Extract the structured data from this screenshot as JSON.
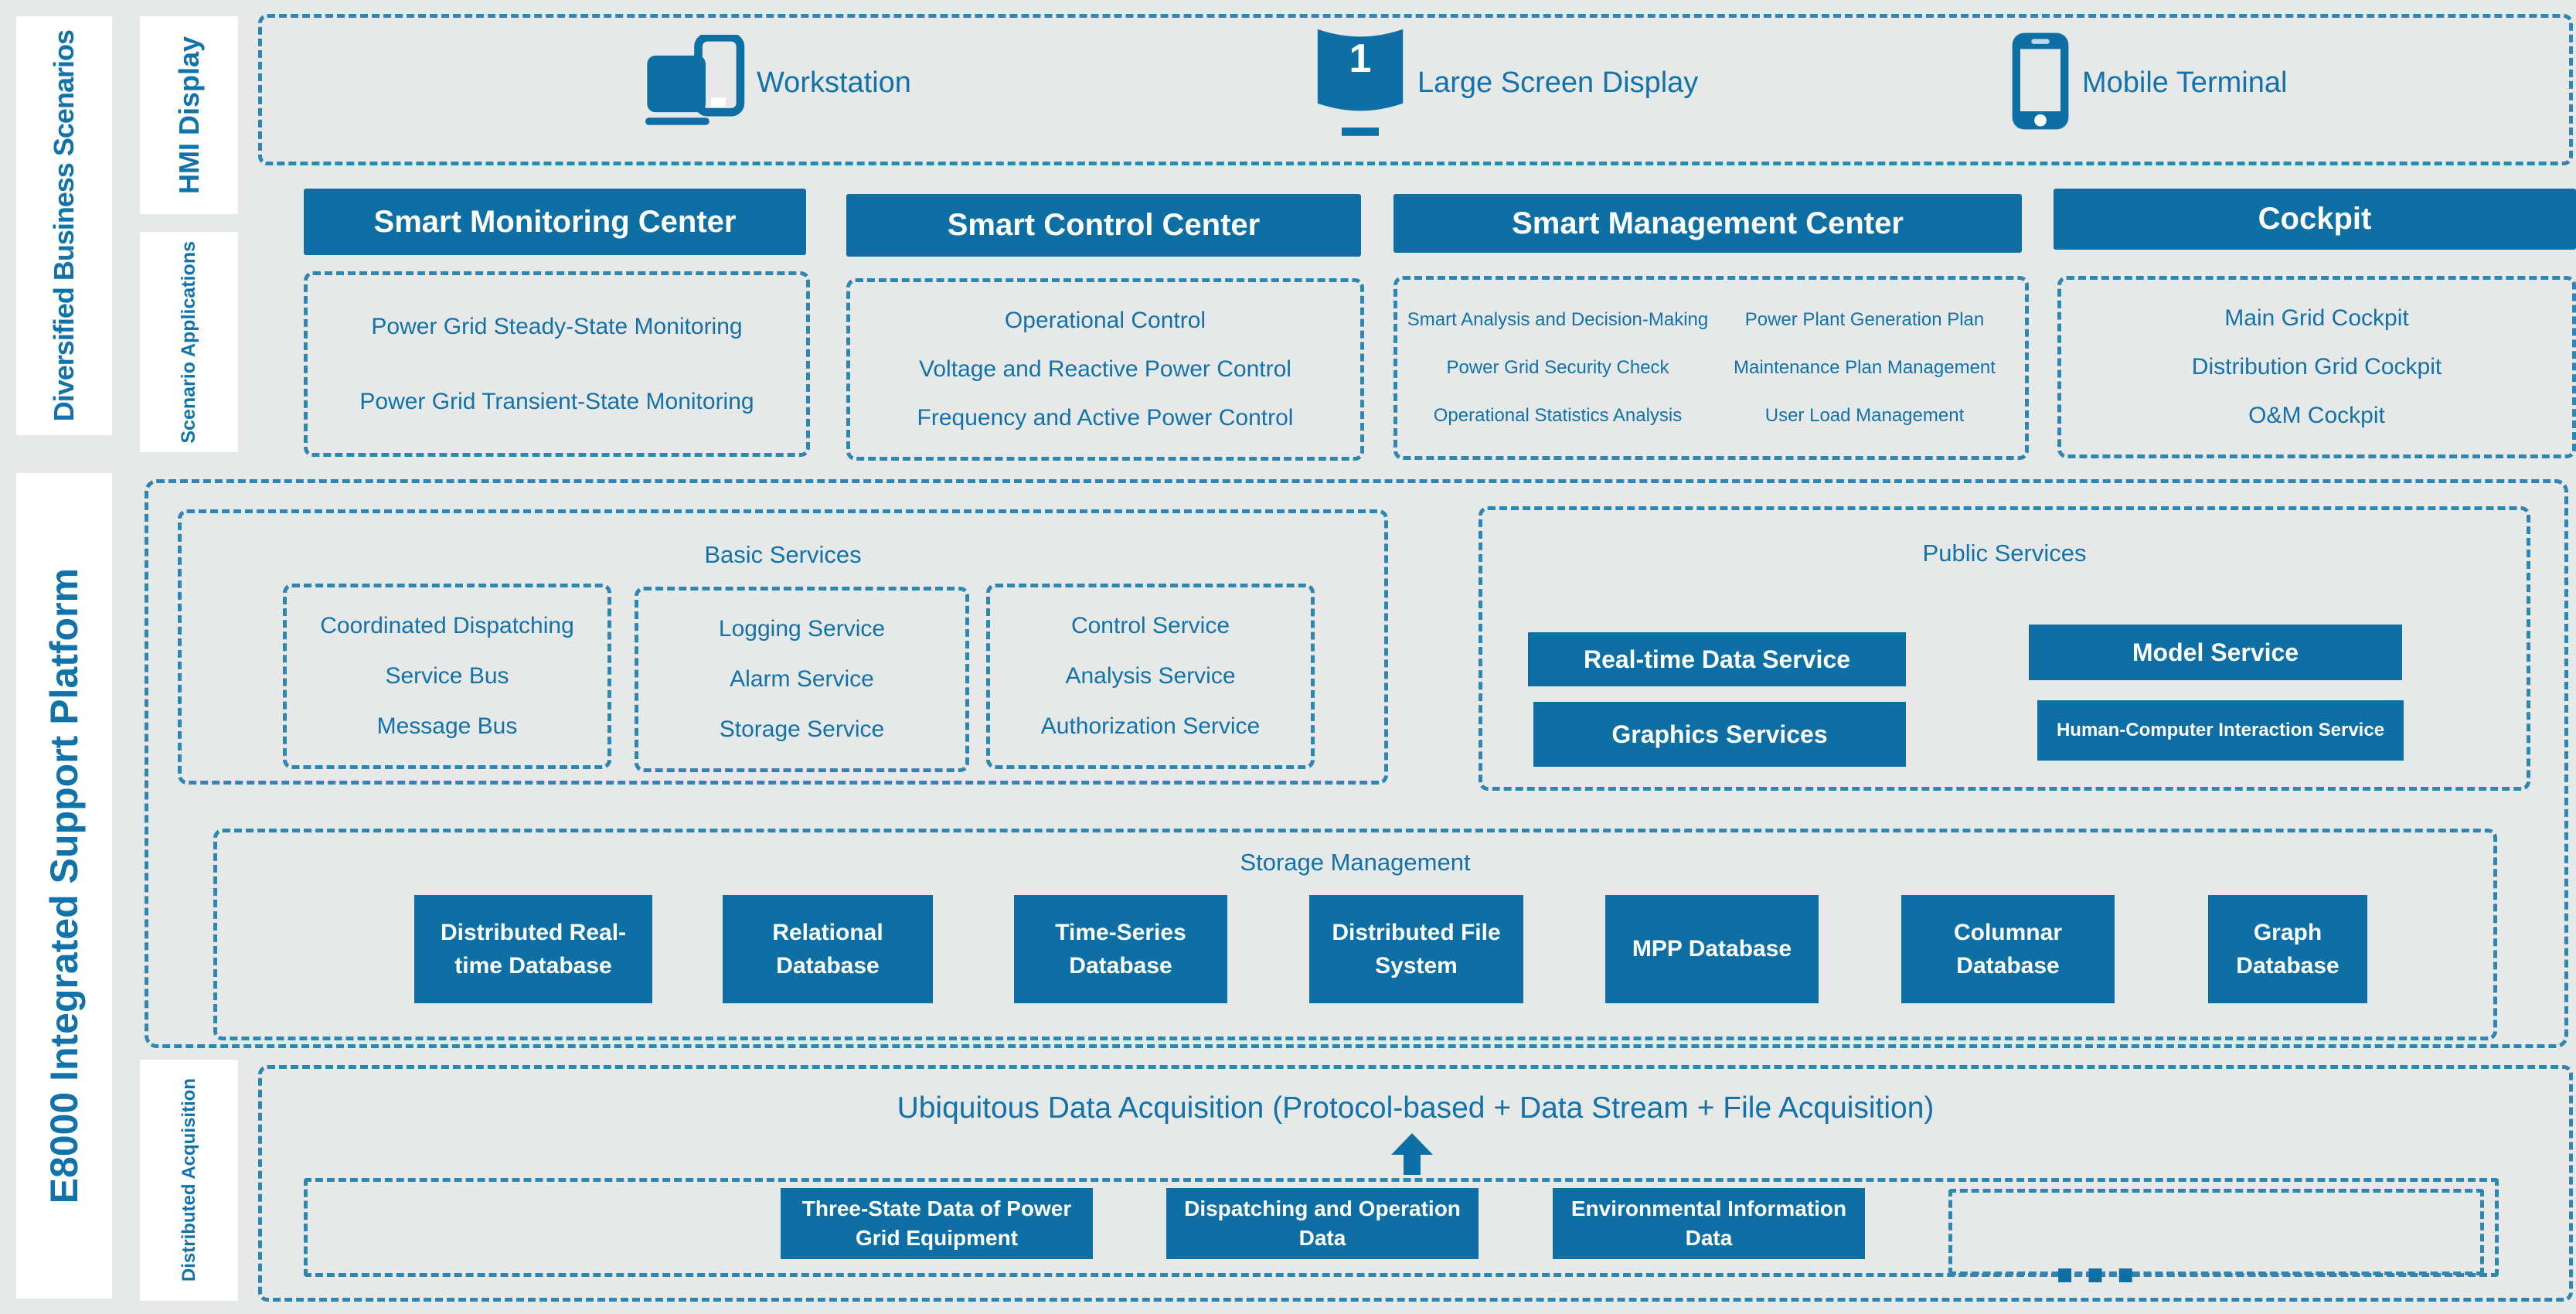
{
  "palette": {
    "accent_blue": "#0e6fa4",
    "text_blue": "#1173a9",
    "dash_blue": "#2e86b2",
    "background": "#e7e8e8"
  },
  "sidebars": {
    "business": "Diversified Business Scenarios",
    "platform": "E8000 Integrated Support Platform",
    "hmi": "HMI Display",
    "scenario_apps": "Scenario Applications",
    "dist_acq": "Distributed Acquisition"
  },
  "hmi_row": {
    "workstation": "Workstation",
    "large_screen": "Large Screen Display",
    "mobile": "Mobile Terminal",
    "screen_number": "1"
  },
  "centers": {
    "monitoring": {
      "title": "Smart Monitoring Center",
      "items": [
        "Power Grid Steady-State Monitoring",
        "Power Grid Transient-State Monitoring"
      ]
    },
    "control": {
      "title": "Smart Control Center",
      "items": [
        "Operational Control",
        "Voltage and Reactive Power Control",
        "Frequency and Active Power Control"
      ]
    },
    "management": {
      "title": "Smart Management Center",
      "left": [
        "Smart Analysis and Decision-Making",
        "Power Grid Security Check",
        "Operational Statistics Analysis"
      ],
      "right": [
        "Power Plant Generation Plan",
        "Maintenance Plan Management",
        "User Load Management"
      ]
    },
    "cockpit": {
      "title": "Cockpit",
      "items": [
        "Main Grid Cockpit",
        "Distribution Grid Cockpit",
        "O&M Cockpit"
      ]
    }
  },
  "basic_services": {
    "title": "Basic Services",
    "group1": [
      "Coordinated Dispatching",
      "Service Bus",
      "Message Bus"
    ],
    "group2": [
      "Logging Service",
      "Alarm Service",
      "Storage Service"
    ],
    "group3": [
      "Control Service",
      "Analysis Service",
      "Authorization Service"
    ]
  },
  "public_services": {
    "title": "Public Services",
    "buttons": [
      "Real-time Data Service",
      "Model Service",
      "Graphics Services",
      "Human-Computer Interaction Service"
    ]
  },
  "storage": {
    "title": "Storage Management",
    "databases": [
      "Distributed Real-time Database",
      "Relational Database",
      "Time-Series Database",
      "Distributed File System",
      "MPP Database",
      "Columnar Database",
      "Graph Database"
    ]
  },
  "acquisition": {
    "title": "Ubiquitous Data Acquisition (Protocol-based + Data Stream + File Acquisition)",
    "sources": [
      "Three-State Data of Power Grid Equipment",
      "Dispatching and Operation Data",
      "Environmental Information Data"
    ],
    "more": "..."
  }
}
